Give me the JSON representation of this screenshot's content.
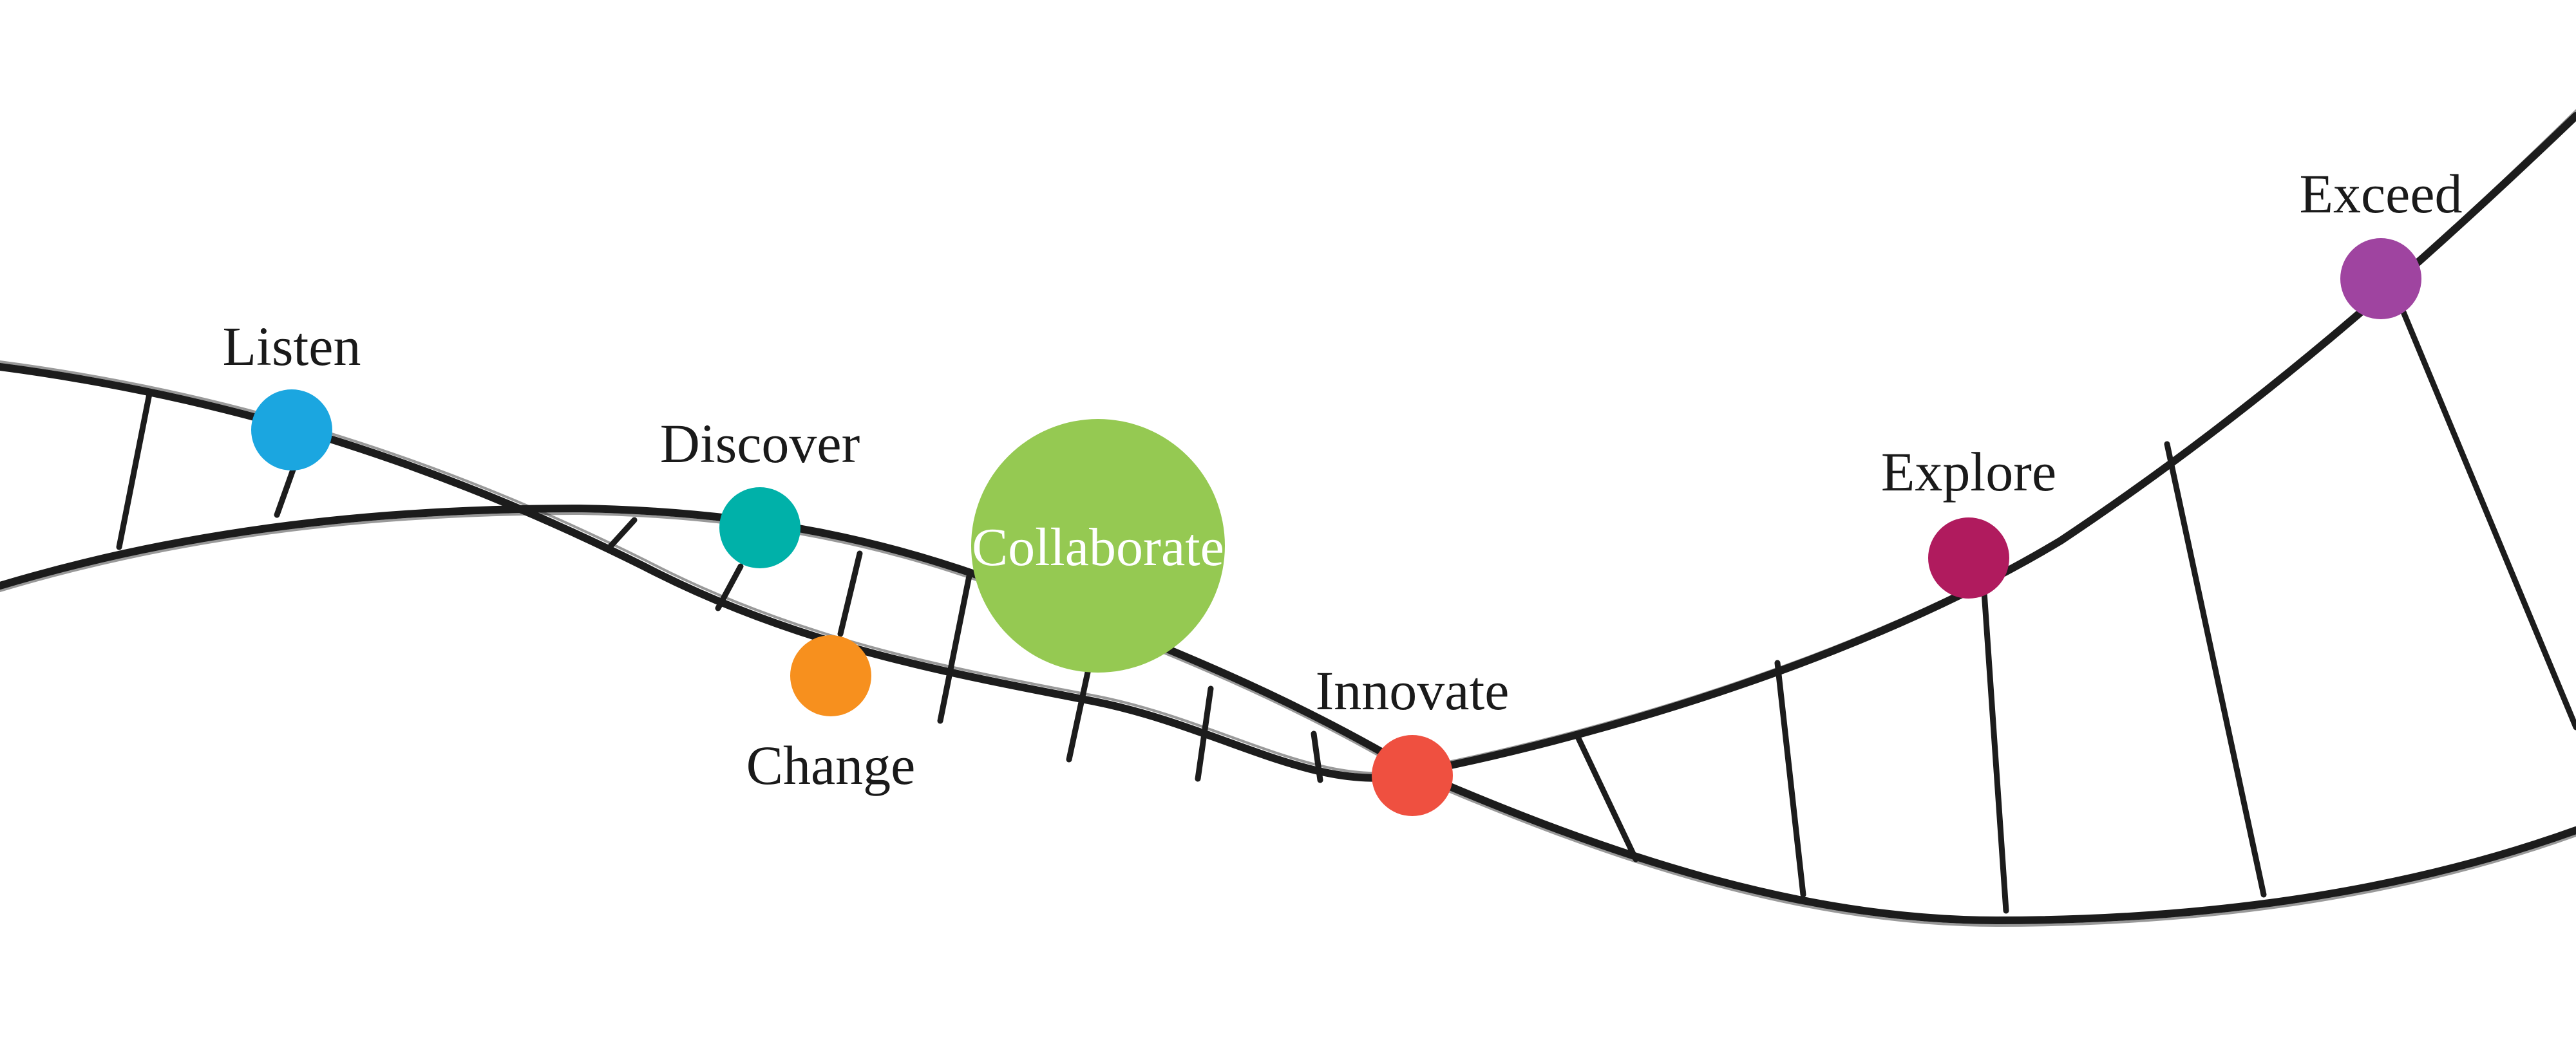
{
  "diagram": {
    "nodes": [
      {
        "id": "listen",
        "label": "Listen",
        "color": "#1ba6e0"
      },
      {
        "id": "discover",
        "label": "Discover",
        "color": "#00b1a9"
      },
      {
        "id": "change",
        "label": "Change",
        "color": "#f7901e"
      },
      {
        "id": "collaborate",
        "label": "Collaborate",
        "color": "#95c952"
      },
      {
        "id": "innovate",
        "label": "Innovate",
        "color": "#ef5040"
      },
      {
        "id": "explore",
        "label": "Explore",
        "color": "#b01b5e"
      },
      {
        "id": "exceed",
        "label": "Exceed",
        "color": "#9f44a0"
      }
    ],
    "strand_color": "#1c1c1c"
  }
}
